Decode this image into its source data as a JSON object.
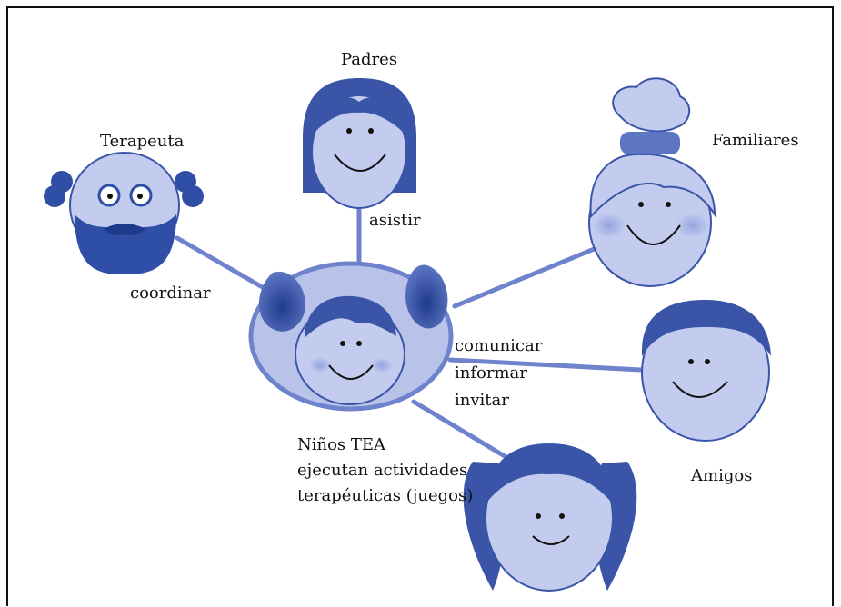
{
  "colors": {
    "fill": "#b9c3ea",
    "dark": "#3a55a8",
    "line": "#6f83cc",
    "frame": "#111111"
  },
  "nodes": {
    "padres": {
      "label": "Padres",
      "icon": "mother-face-icon"
    },
    "terapeuta": {
      "label": "Terapeuta",
      "icon": "bearded-therapist-face-icon"
    },
    "familiares": {
      "label": "Familiares",
      "icon": "grandmother-face-icon"
    },
    "amigos": {
      "label": "Amigos",
      "icon": "boy-face-icon"
    },
    "ninos": {
      "label": "Niños TEA",
      "desc1": "ejecutan actividades",
      "desc2": "terapéuticas (juegos)",
      "icon": "child-face-icon"
    },
    "nina": {
      "icon": "girl-pigtails-face-icon"
    }
  },
  "edges": {
    "padres": "asistir",
    "terapeuta": "coordinar",
    "amigos": [
      "comunicar",
      "informar",
      "invitar"
    ]
  }
}
